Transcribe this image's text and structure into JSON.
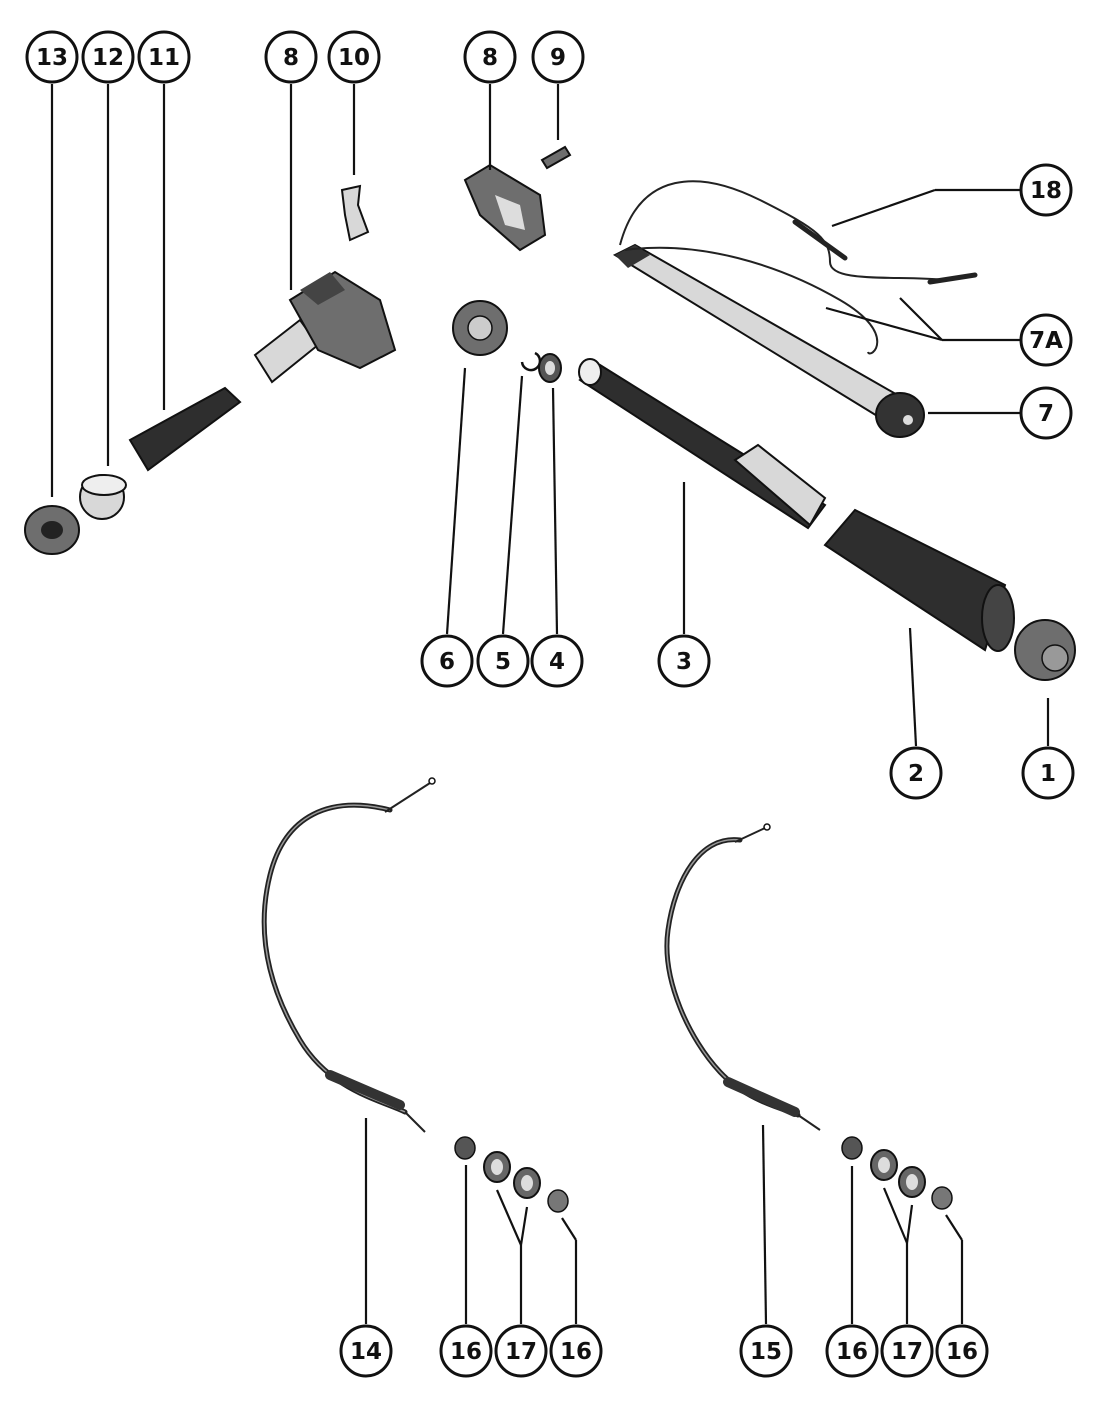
{
  "callouts": [
    {
      "id": "c13",
      "label": "13"
    },
    {
      "id": "c12",
      "label": "12"
    },
    {
      "id": "c11",
      "label": "11"
    },
    {
      "id": "c8a",
      "label": "8"
    },
    {
      "id": "c10",
      "label": "10"
    },
    {
      "id": "c8b",
      "label": "8"
    },
    {
      "id": "c9",
      "label": "9"
    },
    {
      "id": "c18",
      "label": "18"
    },
    {
      "id": "c7a",
      "label": "7A"
    },
    {
      "id": "c7",
      "label": "7"
    },
    {
      "id": "c6",
      "label": "6"
    },
    {
      "id": "c5",
      "label": "5"
    },
    {
      "id": "c4",
      "label": "4"
    },
    {
      "id": "c3",
      "label": "3"
    },
    {
      "id": "c2",
      "label": "2"
    },
    {
      "id": "c1",
      "label": "1"
    },
    {
      "id": "c14",
      "label": "14"
    },
    {
      "id": "c16a",
      "label": "16"
    },
    {
      "id": "c17a",
      "label": "17"
    },
    {
      "id": "c16b",
      "label": "16"
    },
    {
      "id": "c15",
      "label": "15"
    },
    {
      "id": "c16c",
      "label": "16"
    },
    {
      "id": "c17b",
      "label": "17"
    },
    {
      "id": "c16d",
      "label": "16"
    }
  ]
}
